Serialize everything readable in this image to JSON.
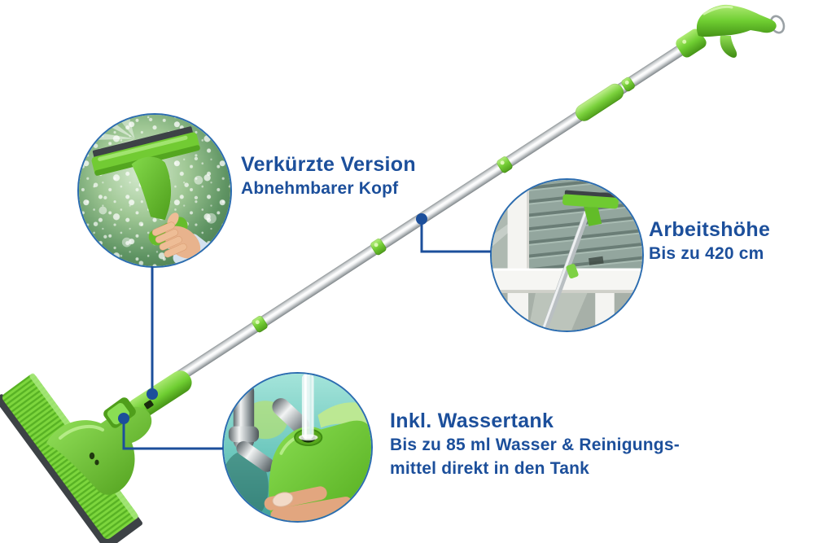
{
  "colors": {
    "text_blue": "#1c4f9b",
    "leader_line_blue": "#1c4f9b",
    "circle_border_blue": "#2b6cb0",
    "product_green": "#6fce32",
    "product_green_dark": "#4f9e1b",
    "pole_silver": "#d9dcde"
  },
  "callouts": {
    "shortened": {
      "title": "Verkürzte Version",
      "subtitle": "Abnehmbarer Kopf",
      "photo": "hand-squeegee-soapy-window-photo"
    },
    "height": {
      "title": "Arbeitshöhe",
      "subtitle": "Bis zu 420 cm",
      "photo": "telescopic-pole-house-window-photo"
    },
    "tank": {
      "title": "Inkl. Wassertank",
      "line1": "Bis zu 85 ml Wasser & Reinigungs-",
      "line2": "mittel direkt in den Tank",
      "photo": "tank-filling-under-faucet-photo"
    }
  },
  "product": {
    "name": "window-squeegee-with-telescopic-pole-and-spray-trigger"
  }
}
